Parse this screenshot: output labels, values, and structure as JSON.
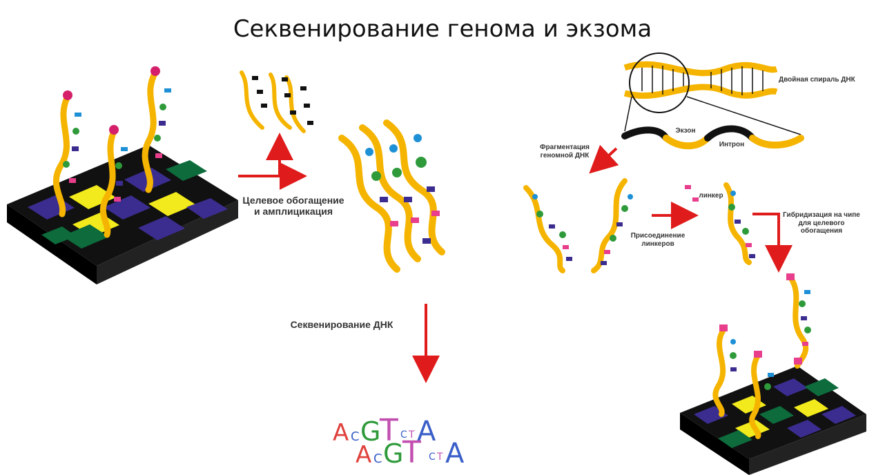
{
  "title": "Секвенирование генома и экзома",
  "labels": {
    "enrichment_line1": "Целевое обогащение",
    "enrichment_line2": "и амплицикация",
    "sequencing": "Секвенирование ДНК",
    "double_helix": "Двойная спираль ДНК",
    "exon": "Экзон",
    "intron": "Интрон",
    "fragmentation_line1": "Фрагментация",
    "fragmentation_line2": "геномной ДНК",
    "linker": "линкер",
    "linker_attach_line1": "Присоединение",
    "linker_attach_line2": "линкеров",
    "hybridization_line1": "Гибридизация на чипе",
    "hybridization_line2": "для целевого",
    "hybridization_line3": "обогащения"
  },
  "sequence_logo": {
    "row1": [
      "A",
      "C",
      "G",
      "T",
      "C",
      "T",
      "A"
    ],
    "row2": [
      "A",
      "C",
      "G",
      "T",
      "C",
      "T",
      "A"
    ]
  },
  "colors": {
    "dna_strand": "#f5b400",
    "arrow": "#e01b1b",
    "chip_black": "#111111",
    "chip_yellow": "#f2ea1c",
    "chip_purple": "#3b2d8f",
    "chip_green": "#0d6b3c",
    "linker_pink": "#e83e8c",
    "base_A": "#e0413c",
    "base_C": "#3a5fc8",
    "base_G": "#2e9a3a",
    "base_T": "#c24fb0"
  }
}
